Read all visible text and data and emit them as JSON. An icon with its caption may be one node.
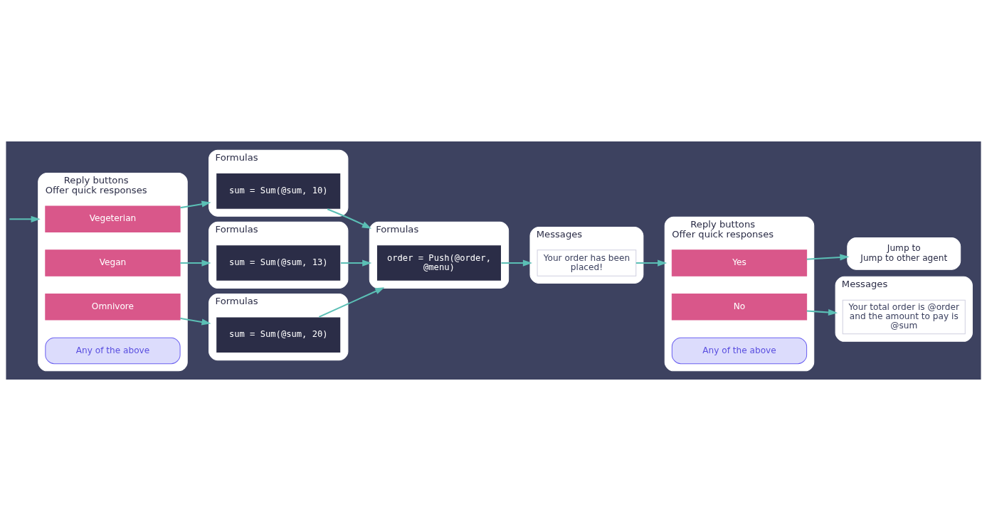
{
  "diagram": {
    "nodes": [
      {
        "text": [
          "Reply buttons",
          "Offer quick responses"
        ]
      },
      {
        "text": [
          "Vegeterian"
        ],
        "in": 0
      },
      {
        "text": [
          "Vegan"
        ],
        "in": 0
      },
      {
        "text": [
          "Omnivore"
        ],
        "in": 0
      },
      {
        "text": [
          "Any of the above"
        ],
        "in": 0
      },
      {
        "text": [
          "Formulas"
        ]
      },
      {
        "text": [
          "sum = Sum(@sum, 10)"
        ],
        "in": 5
      },
      {
        "text": [
          "Formulas"
        ]
      },
      {
        "text": [
          "sum = Sum(@sum, 13)"
        ],
        "in": 7
      },
      {
        "text": [
          "Formulas"
        ]
      },
      {
        "text": [
          "sum = Sum(@sum, 20)"
        ],
        "in": 9
      },
      {
        "text": [
          "Formulas"
        ]
      },
      {
        "text": [
          "order = Push(@order, @menu)"
        ],
        "in": 11
      },
      {
        "text": [
          "Messages"
        ]
      },
      {
        "text": [
          "Your order has been placed!"
        ],
        "in": 13
      },
      {
        "text": [
          "Reply buttons",
          "Offer quick responses"
        ]
      },
      {
        "text": [
          "Yes"
        ],
        "in": 15
      },
      {
        "text": [
          "No"
        ],
        "in": 15
      },
      {
        "text": [
          "Any of the above"
        ],
        "in": 15
      },
      {
        "text": [
          "Jump to",
          "Jump to other agent"
        ]
      },
      {
        "text": [
          "Messages"
        ]
      },
      {
        "text": [
          "Your total order is @order and the amount to pay is @sum"
        ],
        "in": 20
      }
    ],
    "edges": [
      {
        "from": null,
        "to": 0,
        "arrow": "to"
      },
      {
        "from": 1,
        "to": 5,
        "arrow": "to"
      },
      {
        "from": 2,
        "to": 7,
        "arrow": "to"
      },
      {
        "from": 3,
        "to": 9,
        "arrow": "to"
      },
      {
        "from": 6,
        "to": 11,
        "arrow": "to"
      },
      {
        "from": 8,
        "to": 11,
        "arrow": "to"
      },
      {
        "from": 10,
        "to": 11,
        "arrow": "to"
      },
      {
        "from": 12,
        "to": 13,
        "arrow": "to"
      },
      {
        "from": 14,
        "to": 15,
        "arrow": "to"
      },
      {
        "from": 16,
        "to": 19,
        "arrow": "to"
      },
      {
        "from": 17,
        "to": 20,
        "arrow": "to"
      }
    ]
  }
}
